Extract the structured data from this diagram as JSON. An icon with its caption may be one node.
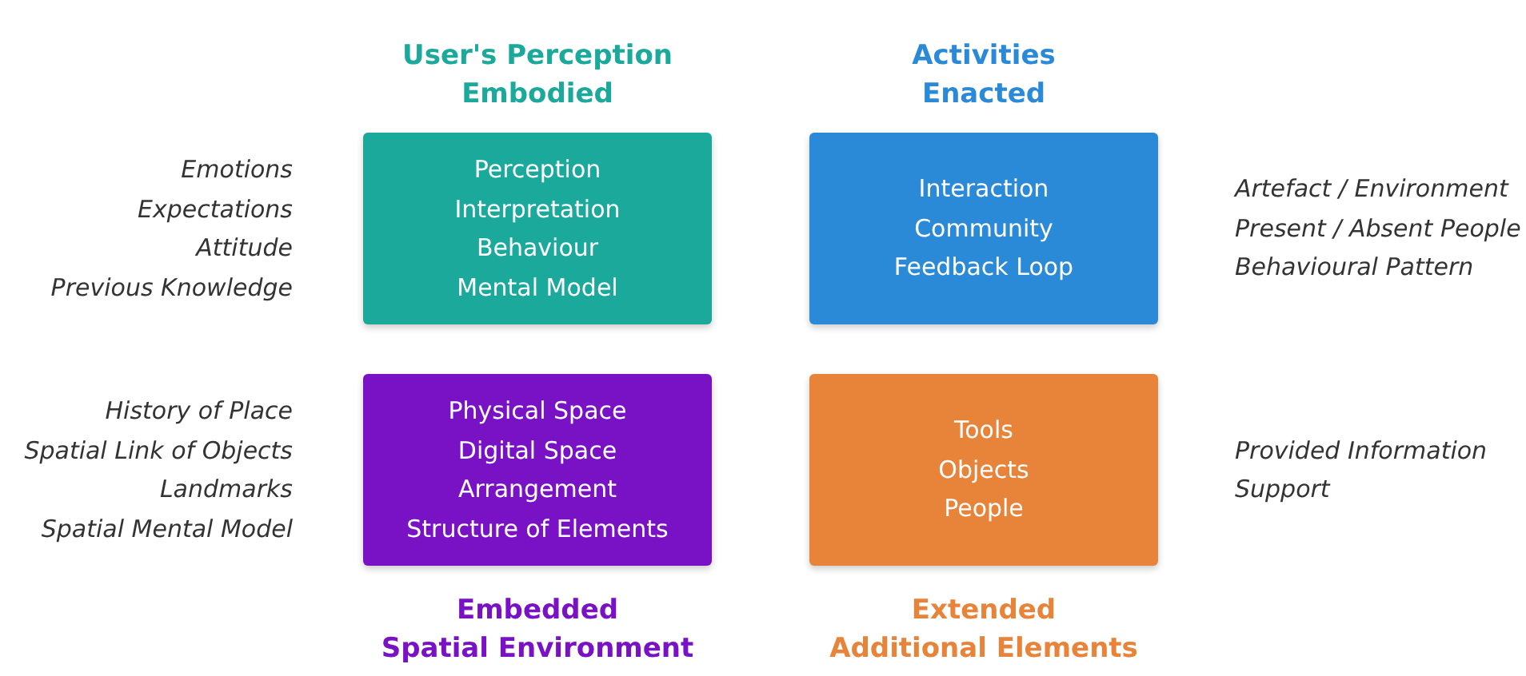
{
  "diagram": {
    "nodes": [
      {
        "text": [
          "User's Perception",
          "Embodied",
          "Perception",
          "Interpretation",
          "Behaviour",
          "Mental Model"
        ],
        "beside": [
          "Emotions",
          "Expectations",
          "Attitude",
          "Previous Knowledge"
        ]
      },
      {
        "text": [
          "Activities",
          "Enacted",
          "Interaction",
          "Community",
          "Feedback Loop"
        ],
        "beside": [
          "Artefact / Environment",
          "Present / Absent People",
          "Behavioural Pattern"
        ]
      },
      {
        "text": [
          "Physical Space",
          "Digital Space",
          "Arrangement",
          "Structure of Elements",
          "Embedded",
          "Spatial Environment"
        ],
        "beside": [
          "History of Place",
          "Spatial Link of Objects",
          "Landmarks",
          "Spatial Mental Model"
        ]
      },
      {
        "text": [
          "Tools",
          "Objects",
          "People",
          "Extended",
          "Additional Elements"
        ],
        "beside": [
          "Provided Information",
          "Support"
        ]
      }
    ]
  }
}
